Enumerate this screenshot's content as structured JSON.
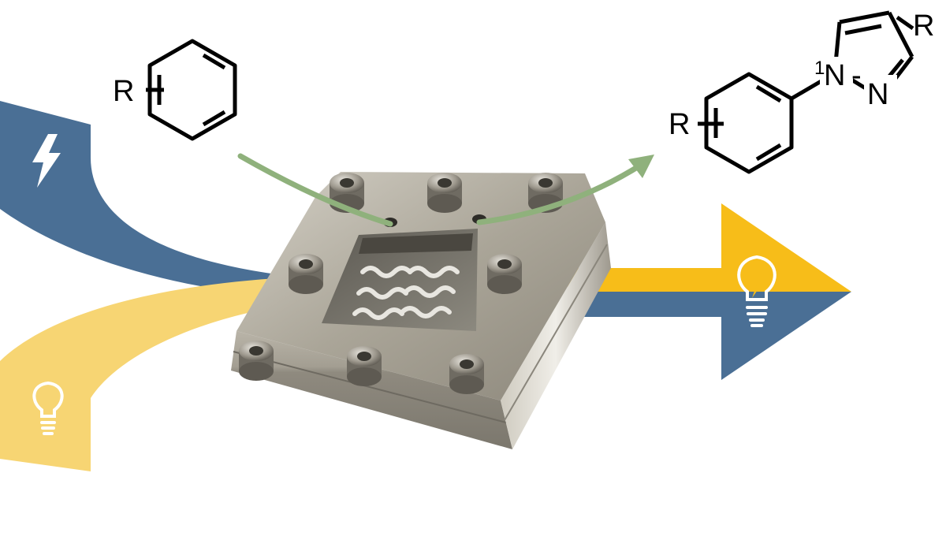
{
  "colors": {
    "electric_blue": "#4a6f95",
    "light_yellow": "#f7d573",
    "output_yellow": "#f7bd19",
    "reaction_green": "#8fb17c",
    "chip_metal": "#a9a49a",
    "background": "#ffffff"
  },
  "icons": {
    "input_blue": "lightning-bolt-icon",
    "input_yellow": "light-bulb-icon",
    "output": "light-bulb-with-bolt-icon"
  },
  "reactant": {
    "substituent": "R"
  },
  "product": {
    "aryl_substituent": "R",
    "pyrazole_substituent": "R",
    "n1_label": "N",
    "n1_locant": "1",
    "n2_label": "N"
  }
}
